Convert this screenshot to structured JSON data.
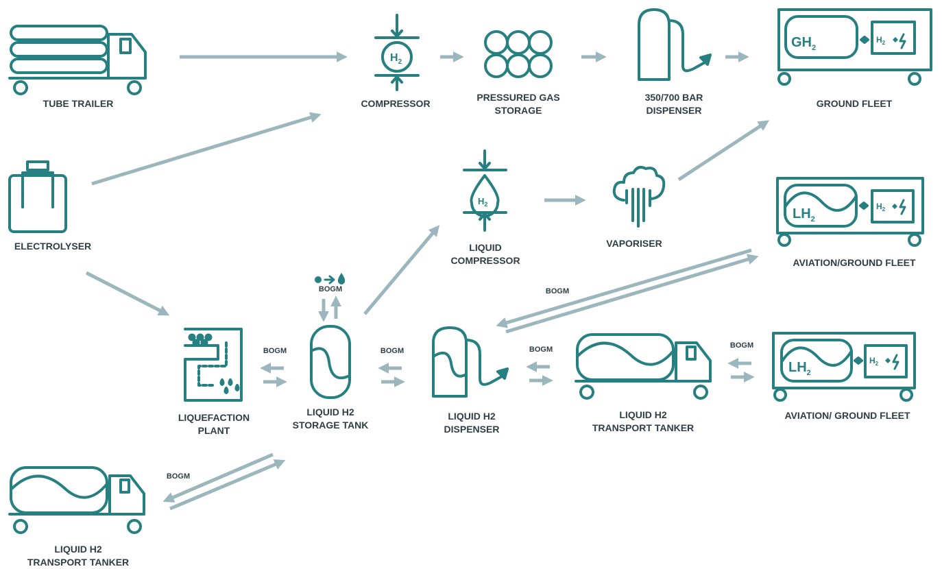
{
  "colors": {
    "teal": "#267f80",
    "arrow": "#9bb6bd",
    "text": "#2f3d44"
  },
  "nodes": {
    "tube_trailer": {
      "label": "TUBE TRAILER",
      "icon": "tube-trailer-icon"
    },
    "electrolyser": {
      "label": "ELECTROLYSER",
      "icon": "electrolyser-icon"
    },
    "compressor": {
      "label": "COMPRESSOR",
      "icon": "compressor-icon",
      "glyph": "H",
      "sub": "2"
    },
    "pressured_storage": {
      "label1": "PRESSURED GAS",
      "label2": "STORAGE",
      "icon": "gas-storage-icon"
    },
    "dispenser_350": {
      "label1": "350/700 BAR",
      "label2": "DISPENSER",
      "icon": "fuel-dispenser-icon"
    },
    "ground_fleet": {
      "label": "GROUND FLEET",
      "icon": "gh2-vehicle-icon",
      "tank": "GH",
      "sub": "2",
      "cell": "H"
    },
    "liquid_compressor": {
      "label1": "LIQUID",
      "label2": "COMPRESSOR",
      "icon": "liquid-compressor-icon",
      "glyph": "H",
      "sub": "2"
    },
    "vaporiser": {
      "label": "VAPORISER",
      "icon": "vaporiser-icon"
    },
    "aviation_fleet_1": {
      "label": "AVIATION/GROUND FLEET",
      "icon": "lh2-vehicle-icon",
      "tank": "LH",
      "sub": "2",
      "cell": "H"
    },
    "liquefaction": {
      "label1": "LIQUEFACTION",
      "label2": "PLANT",
      "icon": "liquefaction-icon"
    },
    "storage_tank": {
      "label1": "LIQUID H2",
      "label2": "STORAGE TANK",
      "icon": "storage-tank-icon"
    },
    "liquid_dispenser": {
      "label1": "LIQUID H2",
      "label2": "DISPENSER",
      "icon": "liquid-dispenser-icon"
    },
    "tanker_mid": {
      "label1": "LIQUID H2",
      "label2": "TRANSPORT TANKER",
      "icon": "tanker-truck-icon"
    },
    "aviation_fleet_2": {
      "label": "AVIATION/ GROUND FLEET",
      "icon": "lh2-vehicle-icon",
      "tank": "LH",
      "sub": "2",
      "cell": "H"
    },
    "tanker_bottom": {
      "label1": "LIQUID H2",
      "label2": "TRANSPORT TANKER",
      "icon": "tanker-truck-icon"
    }
  },
  "bogm": {
    "above_tank": "BOGM",
    "liquefaction_tank": "BOGM",
    "tank_dispenser": "BOGM",
    "dispenser_tanker": "BOGM",
    "tanker_fleet": "BOGM",
    "dispenser_fleet": "BOGM",
    "bottom_tanker": "BOGM"
  }
}
